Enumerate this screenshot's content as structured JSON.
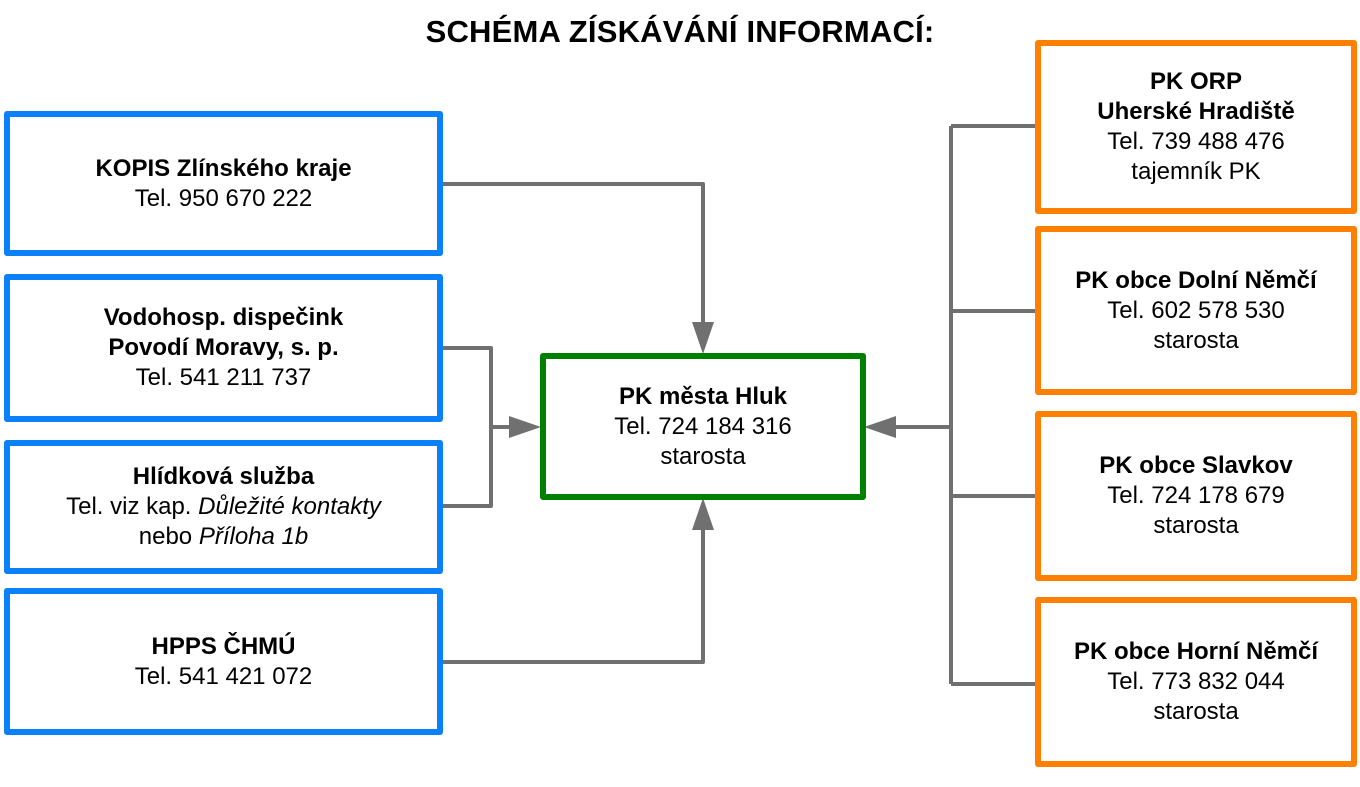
{
  "title": "SCHÉMA ZÍSKÁVÁNÍ INFORMACÍ:",
  "colors": {
    "source_border": "#0a80fa",
    "neighbor_border": "#ff8000",
    "center_border": "#008000",
    "connector": "#707070"
  },
  "left_sources": [
    {
      "name_lines": [
        "KOPIS Zlínského kraje"
      ],
      "tel": "Tel. 950 670 222"
    },
    {
      "name_lines": [
        "Vodohosp. dispečink",
        "Povodí Moravy, s. p."
      ],
      "tel": "Tel. 541 211 737"
    },
    {
      "name_lines": [
        "Hlídková služba"
      ],
      "tel_prefix": "Tel. viz kap. ",
      "tel_italic": "Důležité kontakty",
      "line3_prefix": "nebo ",
      "line3_italic": "Příloha 1b"
    },
    {
      "name_lines": [
        "HPPS ČHMÚ"
      ],
      "tel": "Tel. 541 421 072"
    }
  ],
  "center": {
    "name": "PK města Hluk",
    "tel": "Tel. 724 184 316",
    "role": "starosta"
  },
  "right_neighbors": [
    {
      "name_lines": [
        "PK ORP",
        "Uherské Hradiště"
      ],
      "tel": "Tel. 739 488 476",
      "role": "tajemník PK"
    },
    {
      "name_lines": [
        "PK obce Dolní Němčí"
      ],
      "tel": "Tel. 602 578 530",
      "role": "starosta"
    },
    {
      "name_lines": [
        "PK obce Slavkov"
      ],
      "tel": "Tel. 724 178 679",
      "role": "starosta"
    },
    {
      "name_lines": [
        "PK obce Horní Němčí"
      ],
      "tel": "Tel. 773 832 044",
      "role": "starosta"
    }
  ]
}
